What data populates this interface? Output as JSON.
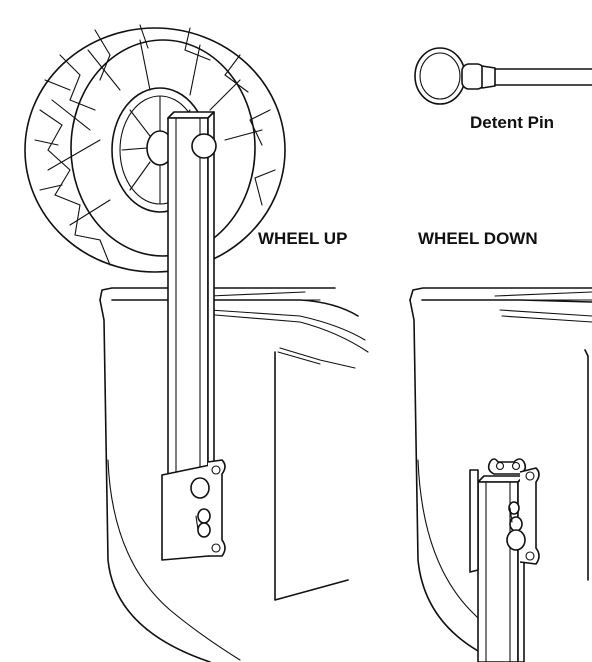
{
  "labels": {
    "detent_pin": "Detent Pin",
    "wheel_up": "WHEEL UP",
    "wheel_down": "WHEEL DOWN"
  },
  "colors": {
    "line": "#111111",
    "background": "#ffffff"
  }
}
